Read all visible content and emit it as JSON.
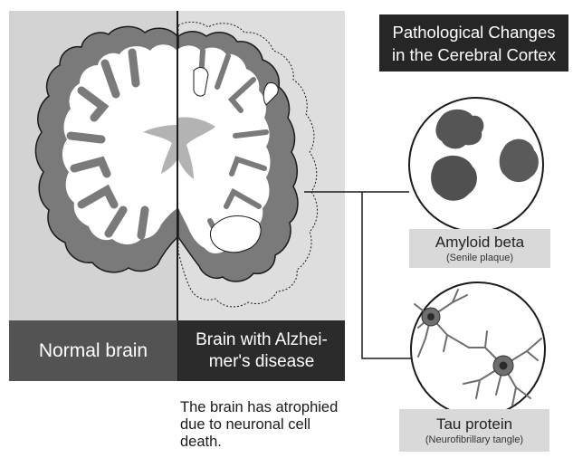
{
  "title": {
    "line1": "Pathological Changes",
    "line2": "in the Cerebral Cortex"
  },
  "panels": {
    "normal_label": "Normal brain",
    "alzheimers_label_line1": "Brain with Alzhei-",
    "alzheimers_label_line2": "mer's disease"
  },
  "note": {
    "line1": "The brain has atrophied",
    "line2": "due to neuronal cell",
    "line3": "death."
  },
  "amyloid": {
    "name": "Amyloid beta",
    "detail": "(Senile plaque)"
  },
  "tau": {
    "name": "Tau protein",
    "detail": "(Neurofibrillary tangle)"
  },
  "colors": {
    "cortex_gray": "#7a7a7a",
    "white_matter": "#ffffff",
    "ventricle": "#b3b3b3",
    "plaque": "#555555",
    "neuron": "#6e6e6e"
  }
}
